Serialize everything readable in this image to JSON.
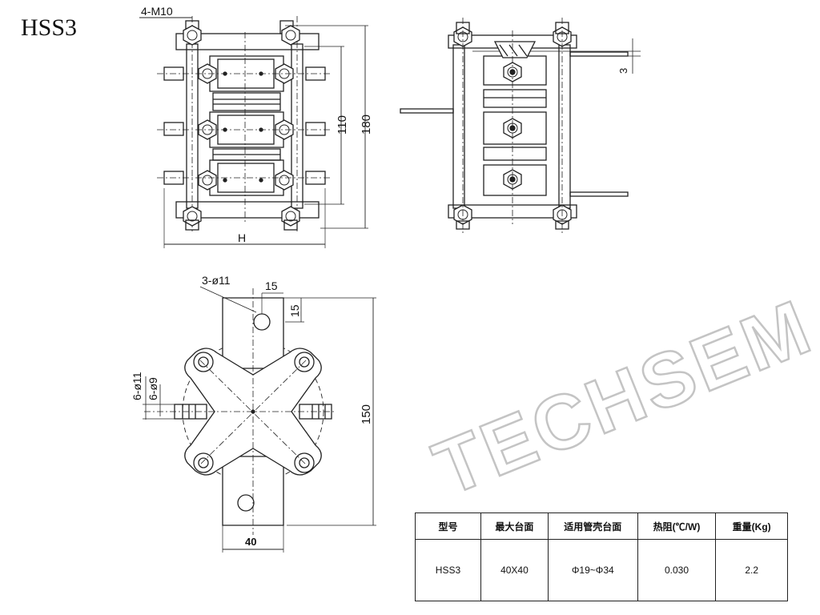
{
  "title": "HSS3",
  "front_view": {
    "bolt_label": "4-M10",
    "dim_110": "110",
    "dim_180": "180",
    "dim_h": "H"
  },
  "side_view": {
    "dim_3": "3"
  },
  "bottom_view": {
    "hole_label": "3-ø11",
    "dim_15_top": "15",
    "dim_15_side": "15",
    "dim_150": "150",
    "dim_6phi11": "6-ø11",
    "dim_6phi9": "6-ø9",
    "dim_40": "40"
  },
  "watermark": "TECHSEM",
  "table": {
    "headers": [
      "型号",
      "最大台面",
      "适用管壳台面",
      "热阻(℃/W)",
      "重量(Kg)"
    ],
    "row": [
      "HSS3",
      "40X40",
      "Φ19~Φ34",
      "0.030",
      "2.2"
    ]
  },
  "colors": {
    "line": "#222222",
    "watermark": "#c8c8c8"
  }
}
